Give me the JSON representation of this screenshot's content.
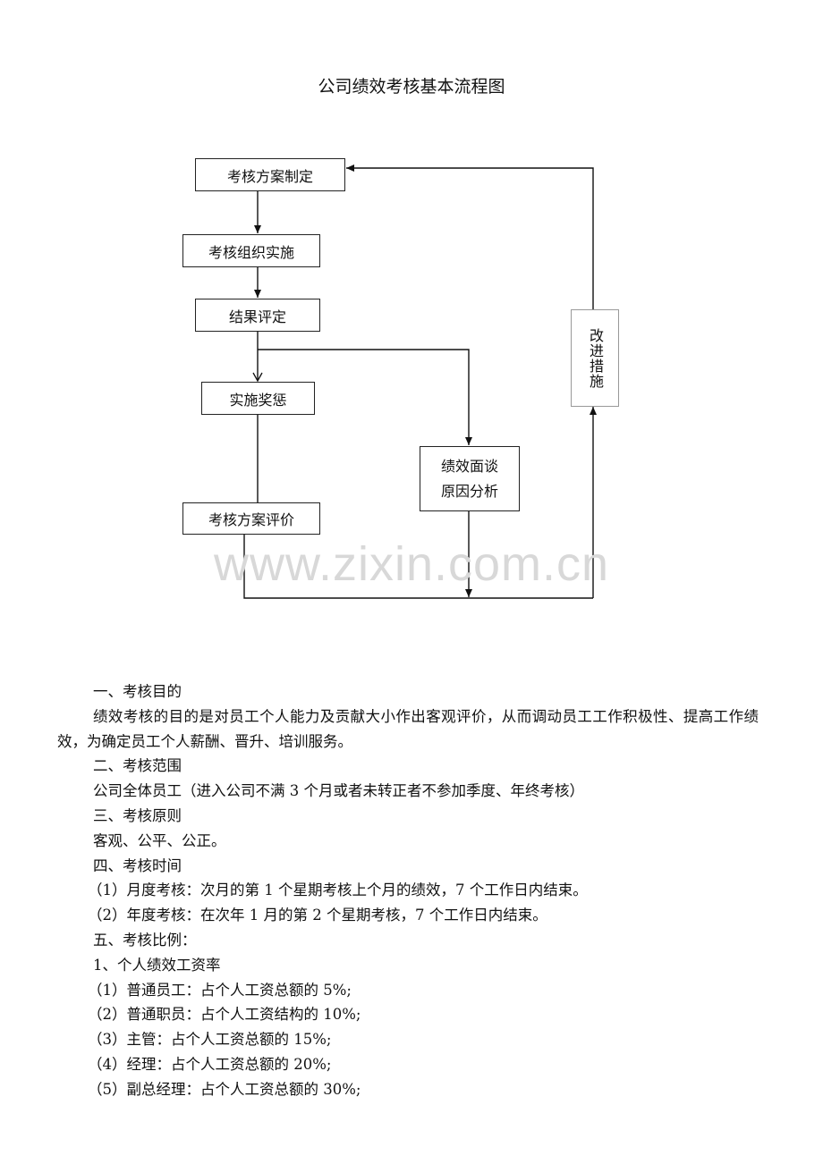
{
  "title": "公司绩效考核基本流程图",
  "flowchart": {
    "step1": "考核方案制定",
    "step2": "考核组织实施",
    "step3": "结果评定",
    "step4": "实施奖惩",
    "step5": "考核方案评价",
    "branch_line1": "绩效面谈",
    "branch_line2": "原因分析",
    "improve": "改进措施"
  },
  "watermark": "www.zixin.com.cn",
  "sections": {
    "s1_heading": "一、考核目的",
    "s1_body": "绩效考核的目的是对员工个人能力及贡献大小作出客观评价，从而调动员工工作积极性、提高工作绩效，为确定员工个人薪酬、晋升、培训服务。",
    "s2_heading": "二、考核范围",
    "s2_body": "公司全体员工（进入公司不满 3 个月或者未转正者不参加季度、年终考核）",
    "s3_heading": "三、考核原则",
    "s3_body": "客观、公平、公正。",
    "s4_heading": "四、考核时间",
    "s4_items": [
      "（1）月度考核：次月的第 1 个星期考核上个月的绩效，7 个工作日内结束。",
      "（2）年度考核：在次年 1 月的第 2 个星期考核，7 个工作日内结束。"
    ],
    "s5_heading": "五、考核比例：",
    "s5_sub": "1、个人绩效工资率",
    "s5_items": [
      "（1）普通员工：占个人工资总额的 5%;",
      "（2）普通职员：占个人工资结构的 10%;",
      "（3）主管：占个人工资总额的 15%;",
      "（4）经理：占个人工资总额的 20%;",
      "（5）副总经理：占个人工资总额的 30%;"
    ]
  }
}
